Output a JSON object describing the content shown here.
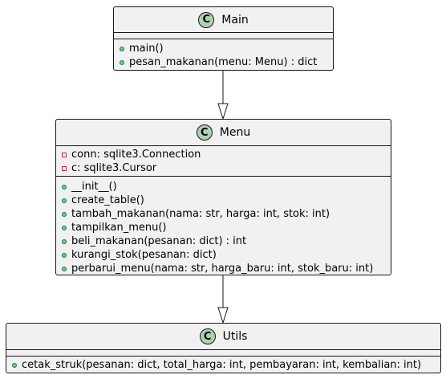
{
  "classes": {
    "main": {
      "stereotype": "C",
      "name": "Main",
      "methods": [
        {
          "vis": "public",
          "text": "main()"
        },
        {
          "vis": "public",
          "text": "pesan_makanan(menu: Menu) : dict"
        }
      ]
    },
    "menu": {
      "stereotype": "C",
      "name": "Menu",
      "fields": [
        {
          "vis": "private",
          "text": "conn: sqlite3.Connection"
        },
        {
          "vis": "private",
          "text": "c: sqlite3.Cursor"
        }
      ],
      "methods": [
        {
          "vis": "public",
          "text": "__init__()"
        },
        {
          "vis": "public",
          "text": "create_table()"
        },
        {
          "vis": "public",
          "text": "tambah_makanan(nama: str, harga: int, stok: int)"
        },
        {
          "vis": "public",
          "text": "tampilkan_menu()"
        },
        {
          "vis": "public",
          "text": "beli_makanan(pesanan: dict) : int"
        },
        {
          "vis": "public",
          "text": "kurangi_stok(pesanan: dict)"
        },
        {
          "vis": "public",
          "text": "perbarui_menu(nama: str, harga_baru: int, stok_baru: int)"
        }
      ]
    },
    "utils": {
      "stereotype": "C",
      "name": "Utils",
      "fields": [],
      "methods": [
        {
          "vis": "public",
          "text": "cetak_struk(pesanan: dict, total_harga: int, pembayaran: int, kembalian: int)"
        }
      ]
    }
  },
  "colors": {
    "class_bg": "#f1f1f1",
    "border": "#181818",
    "class_badge": "#add1b2",
    "public_dot": "#84be84",
    "private_marker": "#c82930"
  }
}
